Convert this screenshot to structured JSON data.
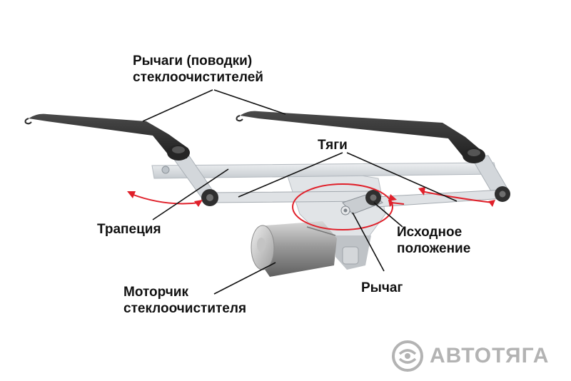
{
  "labels": {
    "arms_line1": "Рычаги (поводки)",
    "arms_line2": "стеклоочистителей",
    "rods": "Тяги",
    "trapezoid": "Трапеция",
    "initial_line1": "Исходное",
    "initial_line2": "положение",
    "motor_line1": "Моторчик",
    "motor_line2": "стеклоочистителя",
    "lever": "Рычаг"
  },
  "brand": {
    "name": "АВТОТЯГА",
    "icon": "autotyaga-logo-icon"
  },
  "colors": {
    "text": "#111111",
    "arm": "#2d2d2d",
    "linkage": "#d9dde1",
    "motion_arrow": "#e0202a",
    "leader_line": "#111111",
    "brand": "#b3b3b3"
  }
}
